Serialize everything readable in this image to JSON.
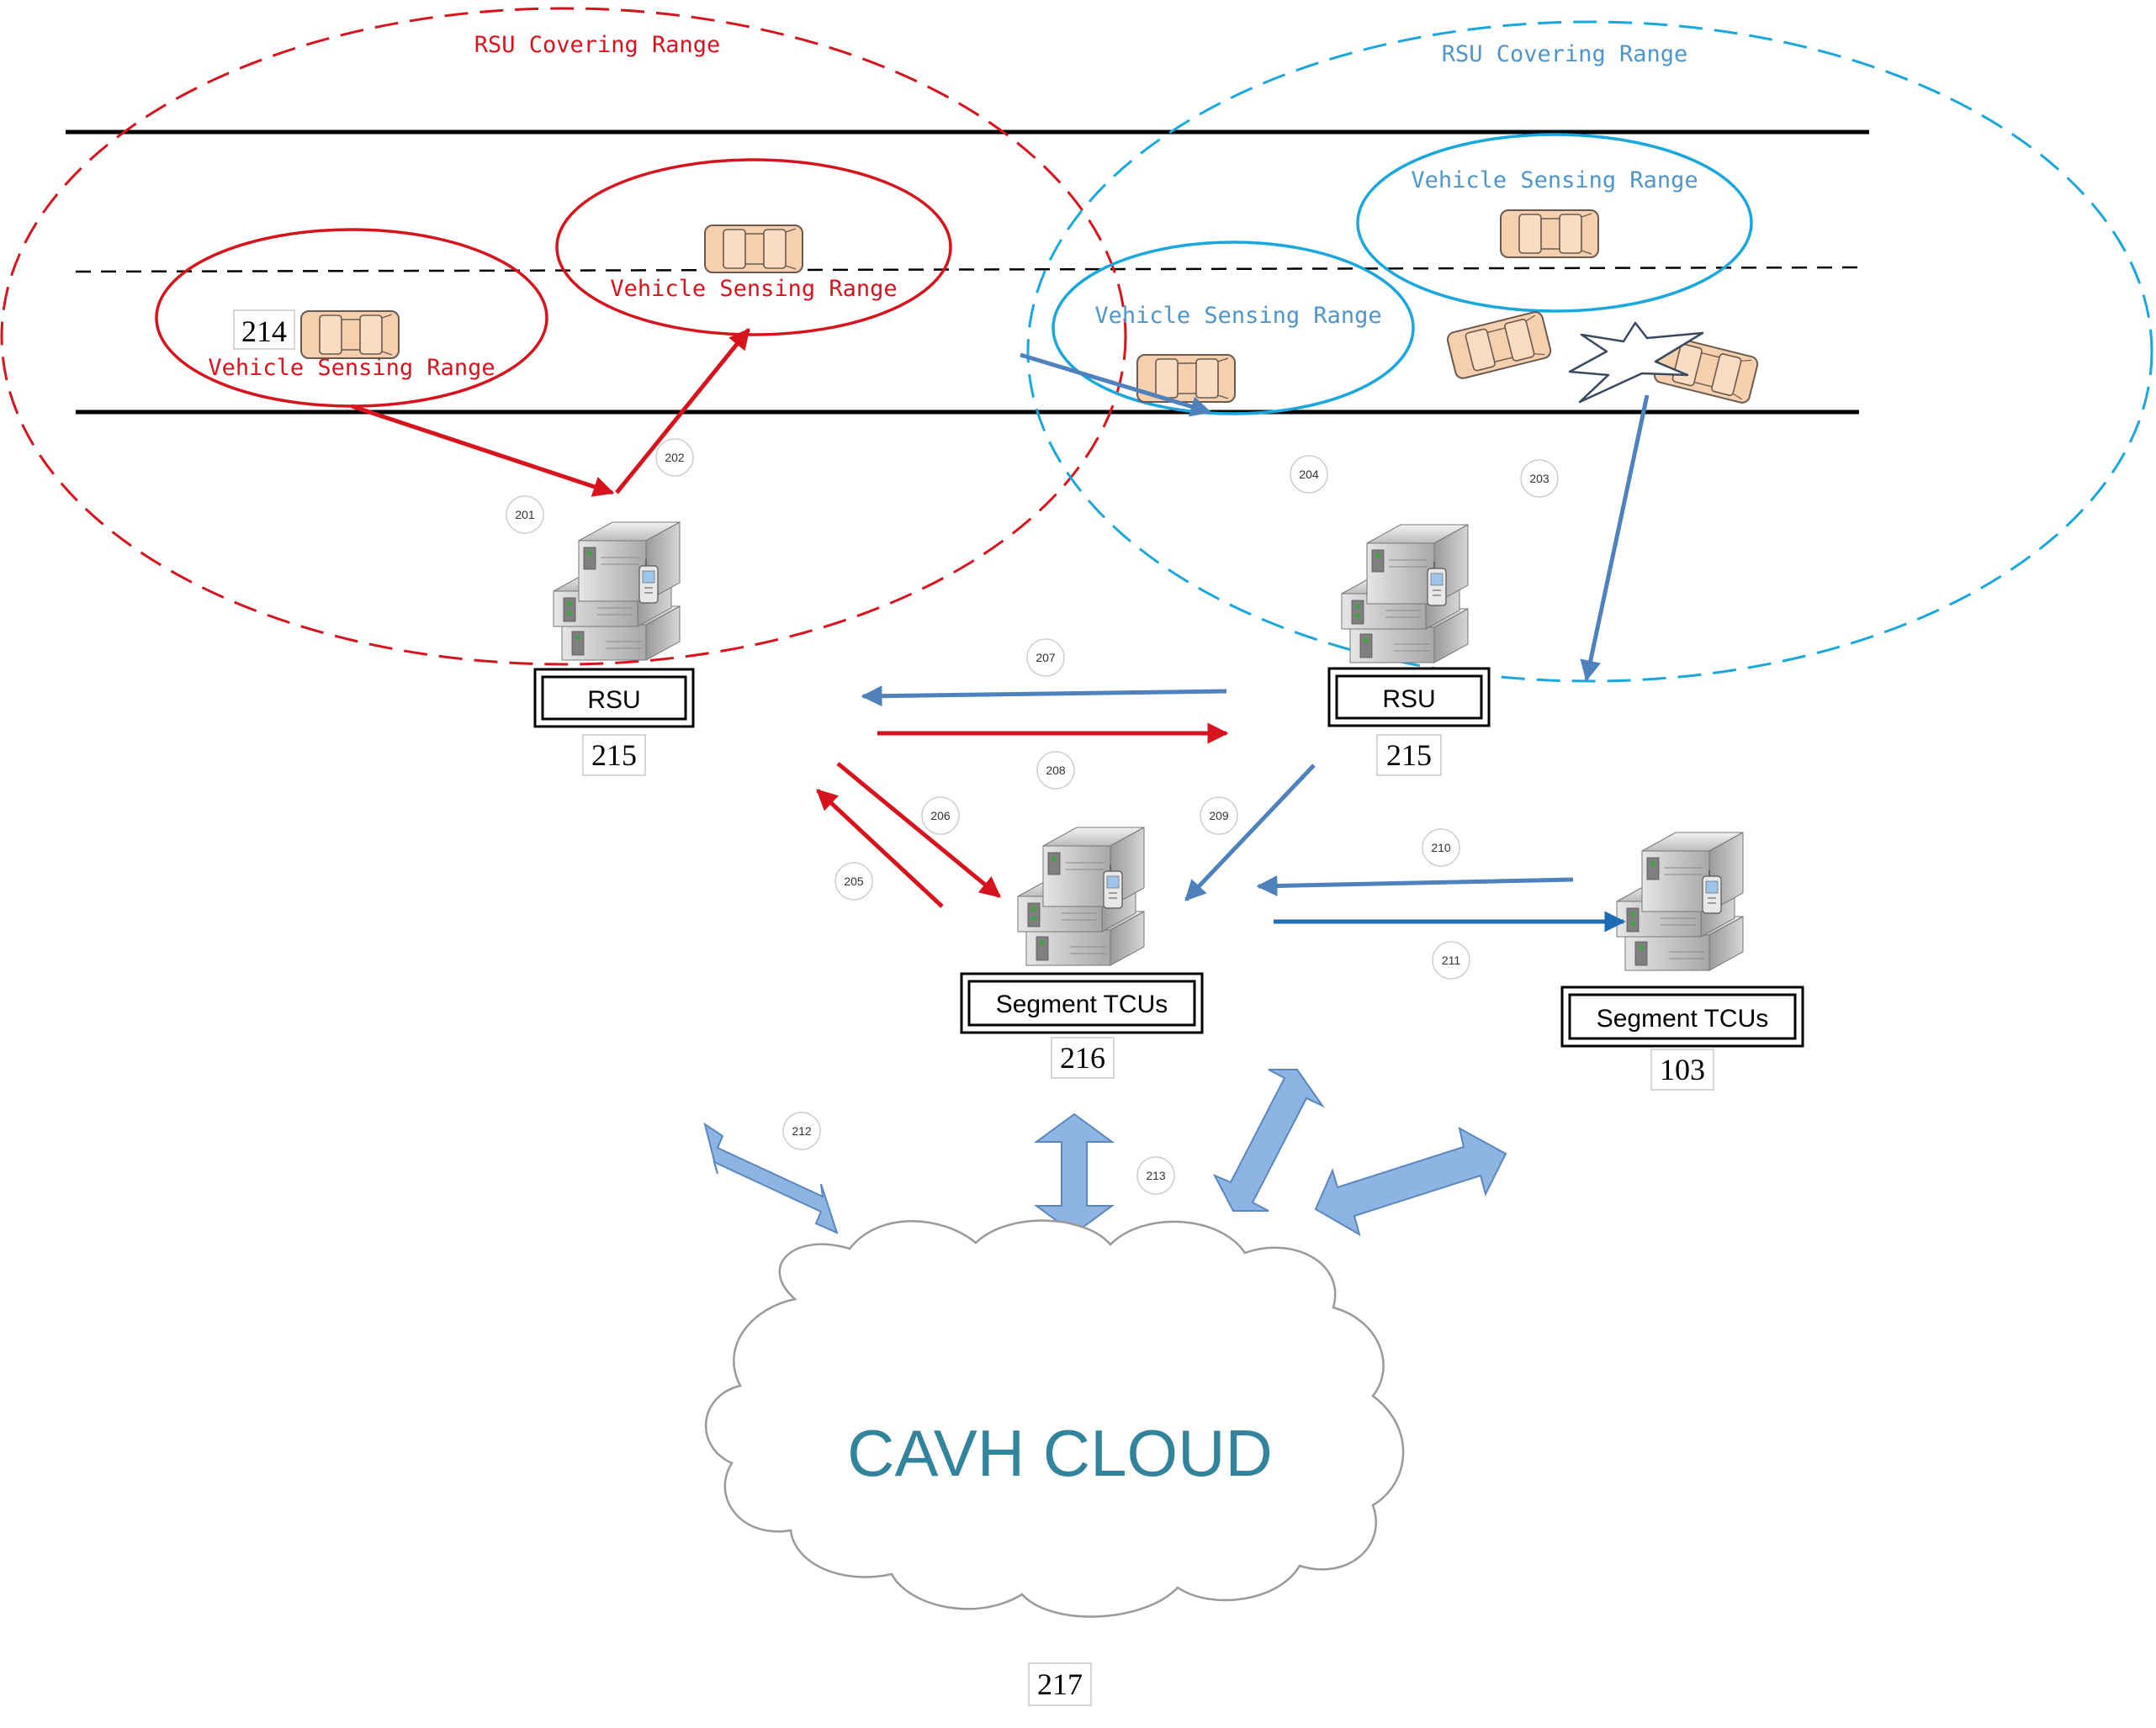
{
  "colors": {
    "red": "#d7141e",
    "blue": "#1aa7dd",
    "steel": "#4f81bd",
    "light_blue_text": "#4f95c9",
    "double_arrow": "#8eb4e3",
    "car_fill": "#f6cfae",
    "cloud_text": "#31849b"
  },
  "labels": {
    "rsu_covering_range_left": "RSU Covering Range",
    "rsu_covering_range_right": "RSU Covering Range",
    "vehicle_sensing_range_1": "Vehicle Sensing Range",
    "vehicle_sensing_range_2": "Vehicle Sensing Range",
    "vehicle_sensing_range_3": "Vehicle Sensing Range",
    "vehicle_sensing_range_4": "Vehicle Sensing Range",
    "vehicle_ref": "214"
  },
  "nodes": {
    "rsu_left": {
      "label": "RSU",
      "ref": "215"
    },
    "rsu_right": {
      "label": "RSU",
      "ref": "215"
    },
    "tcu_center": {
      "label": "Segment TCUs",
      "ref": "216"
    },
    "tcu_right": {
      "label": "Segment TCUs",
      "ref": "103"
    },
    "cloud": {
      "label": "CAVH CLOUD",
      "ref": "217"
    }
  },
  "flow_refs": [
    "201",
    "202",
    "203",
    "204",
    "205",
    "206",
    "207",
    "208",
    "209",
    "210",
    "211",
    "212",
    "213"
  ],
  "icons": {
    "car": "car-icon",
    "server": "server-rack-icon",
    "collision": "collision-star-icon",
    "cloud": "cloud-shape"
  }
}
